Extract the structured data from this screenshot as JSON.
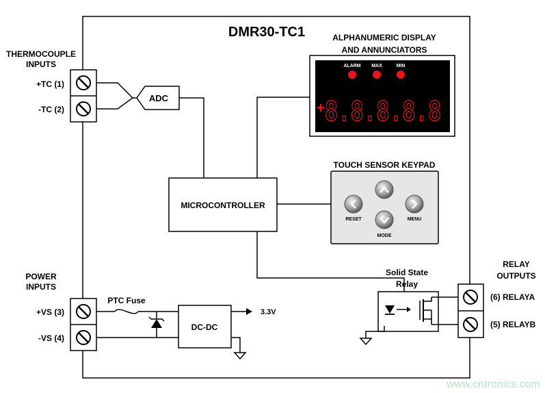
{
  "title": "DMR30-TC1",
  "thermocouple": {
    "heading_line1": "THERMOCOUPLE",
    "heading_line2": "INPUTS",
    "pin1": "+TC (1)",
    "pin2": "-TC (2)"
  },
  "power": {
    "heading_line1": "POWER",
    "heading_line2": "INPUTS",
    "pin1": "+VS (3)",
    "pin2": "-VS (4)"
  },
  "relay": {
    "heading_line1": "RELAY",
    "heading_line2": "OUTPUTS",
    "pin1": "(6) RELAYA",
    "pin2": "(5) RELAYB"
  },
  "blocks": {
    "adc": "ADC",
    "mcu": "MICROCONTROLLER",
    "dcdc": "DC-DC",
    "supply": "3.3V",
    "fuse": "PTC Fuse",
    "ssr_line1": "Solid State",
    "ssr_line2": "Relay"
  },
  "display": {
    "heading_line1": "ALPHANUMERIC DISPLAY",
    "heading_line2": "AND ANNUNCIATORS",
    "annunciators": [
      "ALARM",
      "MAX",
      "MIN"
    ],
    "sign": "+",
    "digits": "8.8.8.8.8"
  },
  "keypad": {
    "heading": "TOUCH SENSOR KEYPAD",
    "buttons": [
      "RESET",
      "MENU",
      "MODE"
    ]
  },
  "watermark": "www.cntronics.com",
  "colors": {
    "display_red": "#e8141b",
    "display_bg": "#000000",
    "keypad_bg": "#e6e6e6",
    "watermark": "#b9e3c6"
  }
}
